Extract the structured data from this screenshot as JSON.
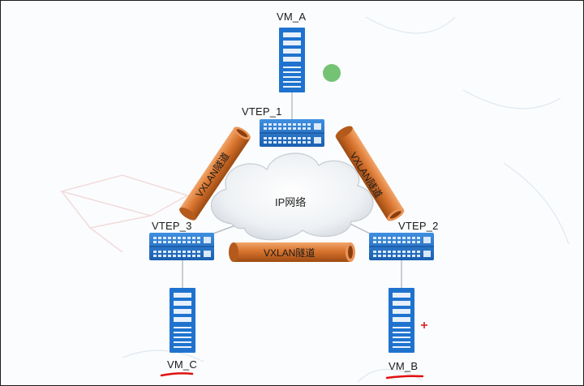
{
  "nodes": {
    "vm_a": "VM_A",
    "vm_b": "VM_B",
    "vm_c": "VM_C",
    "vtep_1": "VTEP_1",
    "vtep_2": "VTEP_2",
    "vtep_3": "VTEP_3"
  },
  "cloud_label": "IP网络",
  "tunnels": {
    "left": "VXLAN隧道",
    "right": "VXLAN隧道",
    "bottom": "VXLAN隧道"
  },
  "colors": {
    "device_blue": "#1e6fc8",
    "tunnel_orange": "#d2691e",
    "underline_red": "#e01010",
    "marker_green": "#5cb85c"
  },
  "icons": [
    "server-icon",
    "switch-icon",
    "cloud-icon"
  ]
}
